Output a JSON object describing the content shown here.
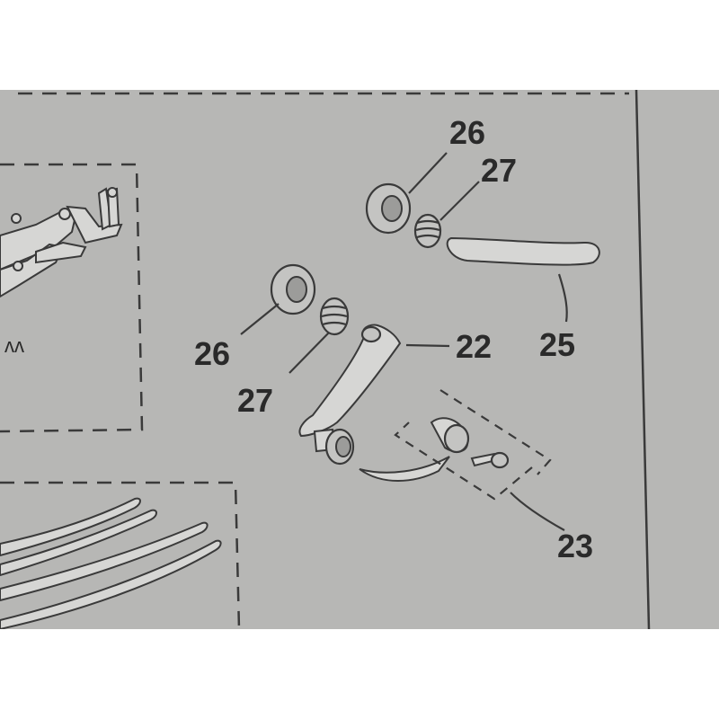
{
  "diagram": {
    "background_color": "#b7b7b5",
    "frame_color": "#ffffff",
    "ink_color": "#2a2a2a",
    "callouts": [
      {
        "id": "c26a",
        "label": "26"
      },
      {
        "id": "c27a",
        "label": "27"
      },
      {
        "id": "c25",
        "label": "25"
      },
      {
        "id": "c26b",
        "label": "26"
      },
      {
        "id": "c27b",
        "label": "27"
      },
      {
        "id": "c22",
        "label": "22"
      },
      {
        "id": "c23",
        "label": "23"
      }
    ],
    "decorative_mark": "ʌʌ"
  }
}
